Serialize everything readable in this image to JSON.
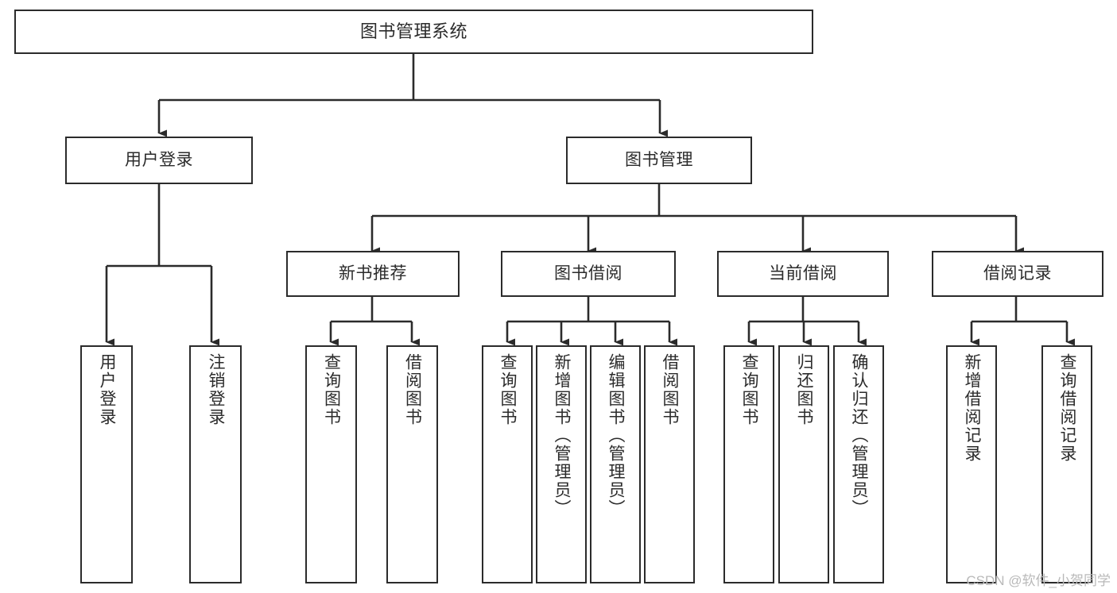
{
  "diagram": {
    "title": "图书管理系统",
    "type": "tree",
    "orientation": "top-down",
    "colors": {
      "box_border": "#2b2b2b",
      "box_fill": "#ffffff",
      "connector": "#2b2b2b",
      "text": "#2b2b2b",
      "background": "#ffffff",
      "watermark": "#b9b9b9"
    },
    "levels": {
      "level1": [
        "图书管理系统"
      ],
      "level2": [
        "用户登录",
        "图书管理"
      ],
      "level3": [
        "新书推荐",
        "图书借阅",
        "当前借阅",
        "借阅记录"
      ],
      "level4": [
        "用户登录",
        "注销登录",
        "查询图书",
        "借阅图书",
        "查询图书",
        "新增图书（管理员）",
        "编辑图书（管理员）",
        "借阅图书",
        "查询图书",
        "归还图书",
        "确认归还（管理员）",
        "新增借阅记录",
        "查询借阅记录"
      ]
    },
    "nodes": {
      "root": {
        "label": "图书管理系统"
      },
      "user_login": {
        "label": "用户登录"
      },
      "book_manage": {
        "label": "图书管理"
      },
      "new_book_rec": {
        "label": "新书推荐"
      },
      "book_borrow": {
        "label": "图书借阅"
      },
      "current_borrow": {
        "label": "当前借阅"
      },
      "borrow_record": {
        "label": "借阅记录"
      },
      "leaf_user_login": {
        "label": "用户登录"
      },
      "leaf_logout": {
        "label": "注销登录"
      },
      "leaf_query_book_1": {
        "label": "查询图书"
      },
      "leaf_borrow_book_1": {
        "label": "借阅图书"
      },
      "leaf_query_book_2": {
        "label": "查询图书"
      },
      "leaf_add_book": {
        "label": "新增图书（管理员）"
      },
      "leaf_edit_book": {
        "label": "编辑图书（管理员）"
      },
      "leaf_borrow_book_2": {
        "label": "借阅图书"
      },
      "leaf_query_book_3": {
        "label": "查询图书"
      },
      "leaf_return_book": {
        "label": "归还图书"
      },
      "leaf_confirm_return": {
        "label": "确认归还（管理员）"
      },
      "leaf_add_record": {
        "label": "新增借阅记录"
      },
      "leaf_query_record": {
        "label": "查询借阅记录"
      }
    },
    "watermark": "CSDN @软件_小贺同学"
  }
}
